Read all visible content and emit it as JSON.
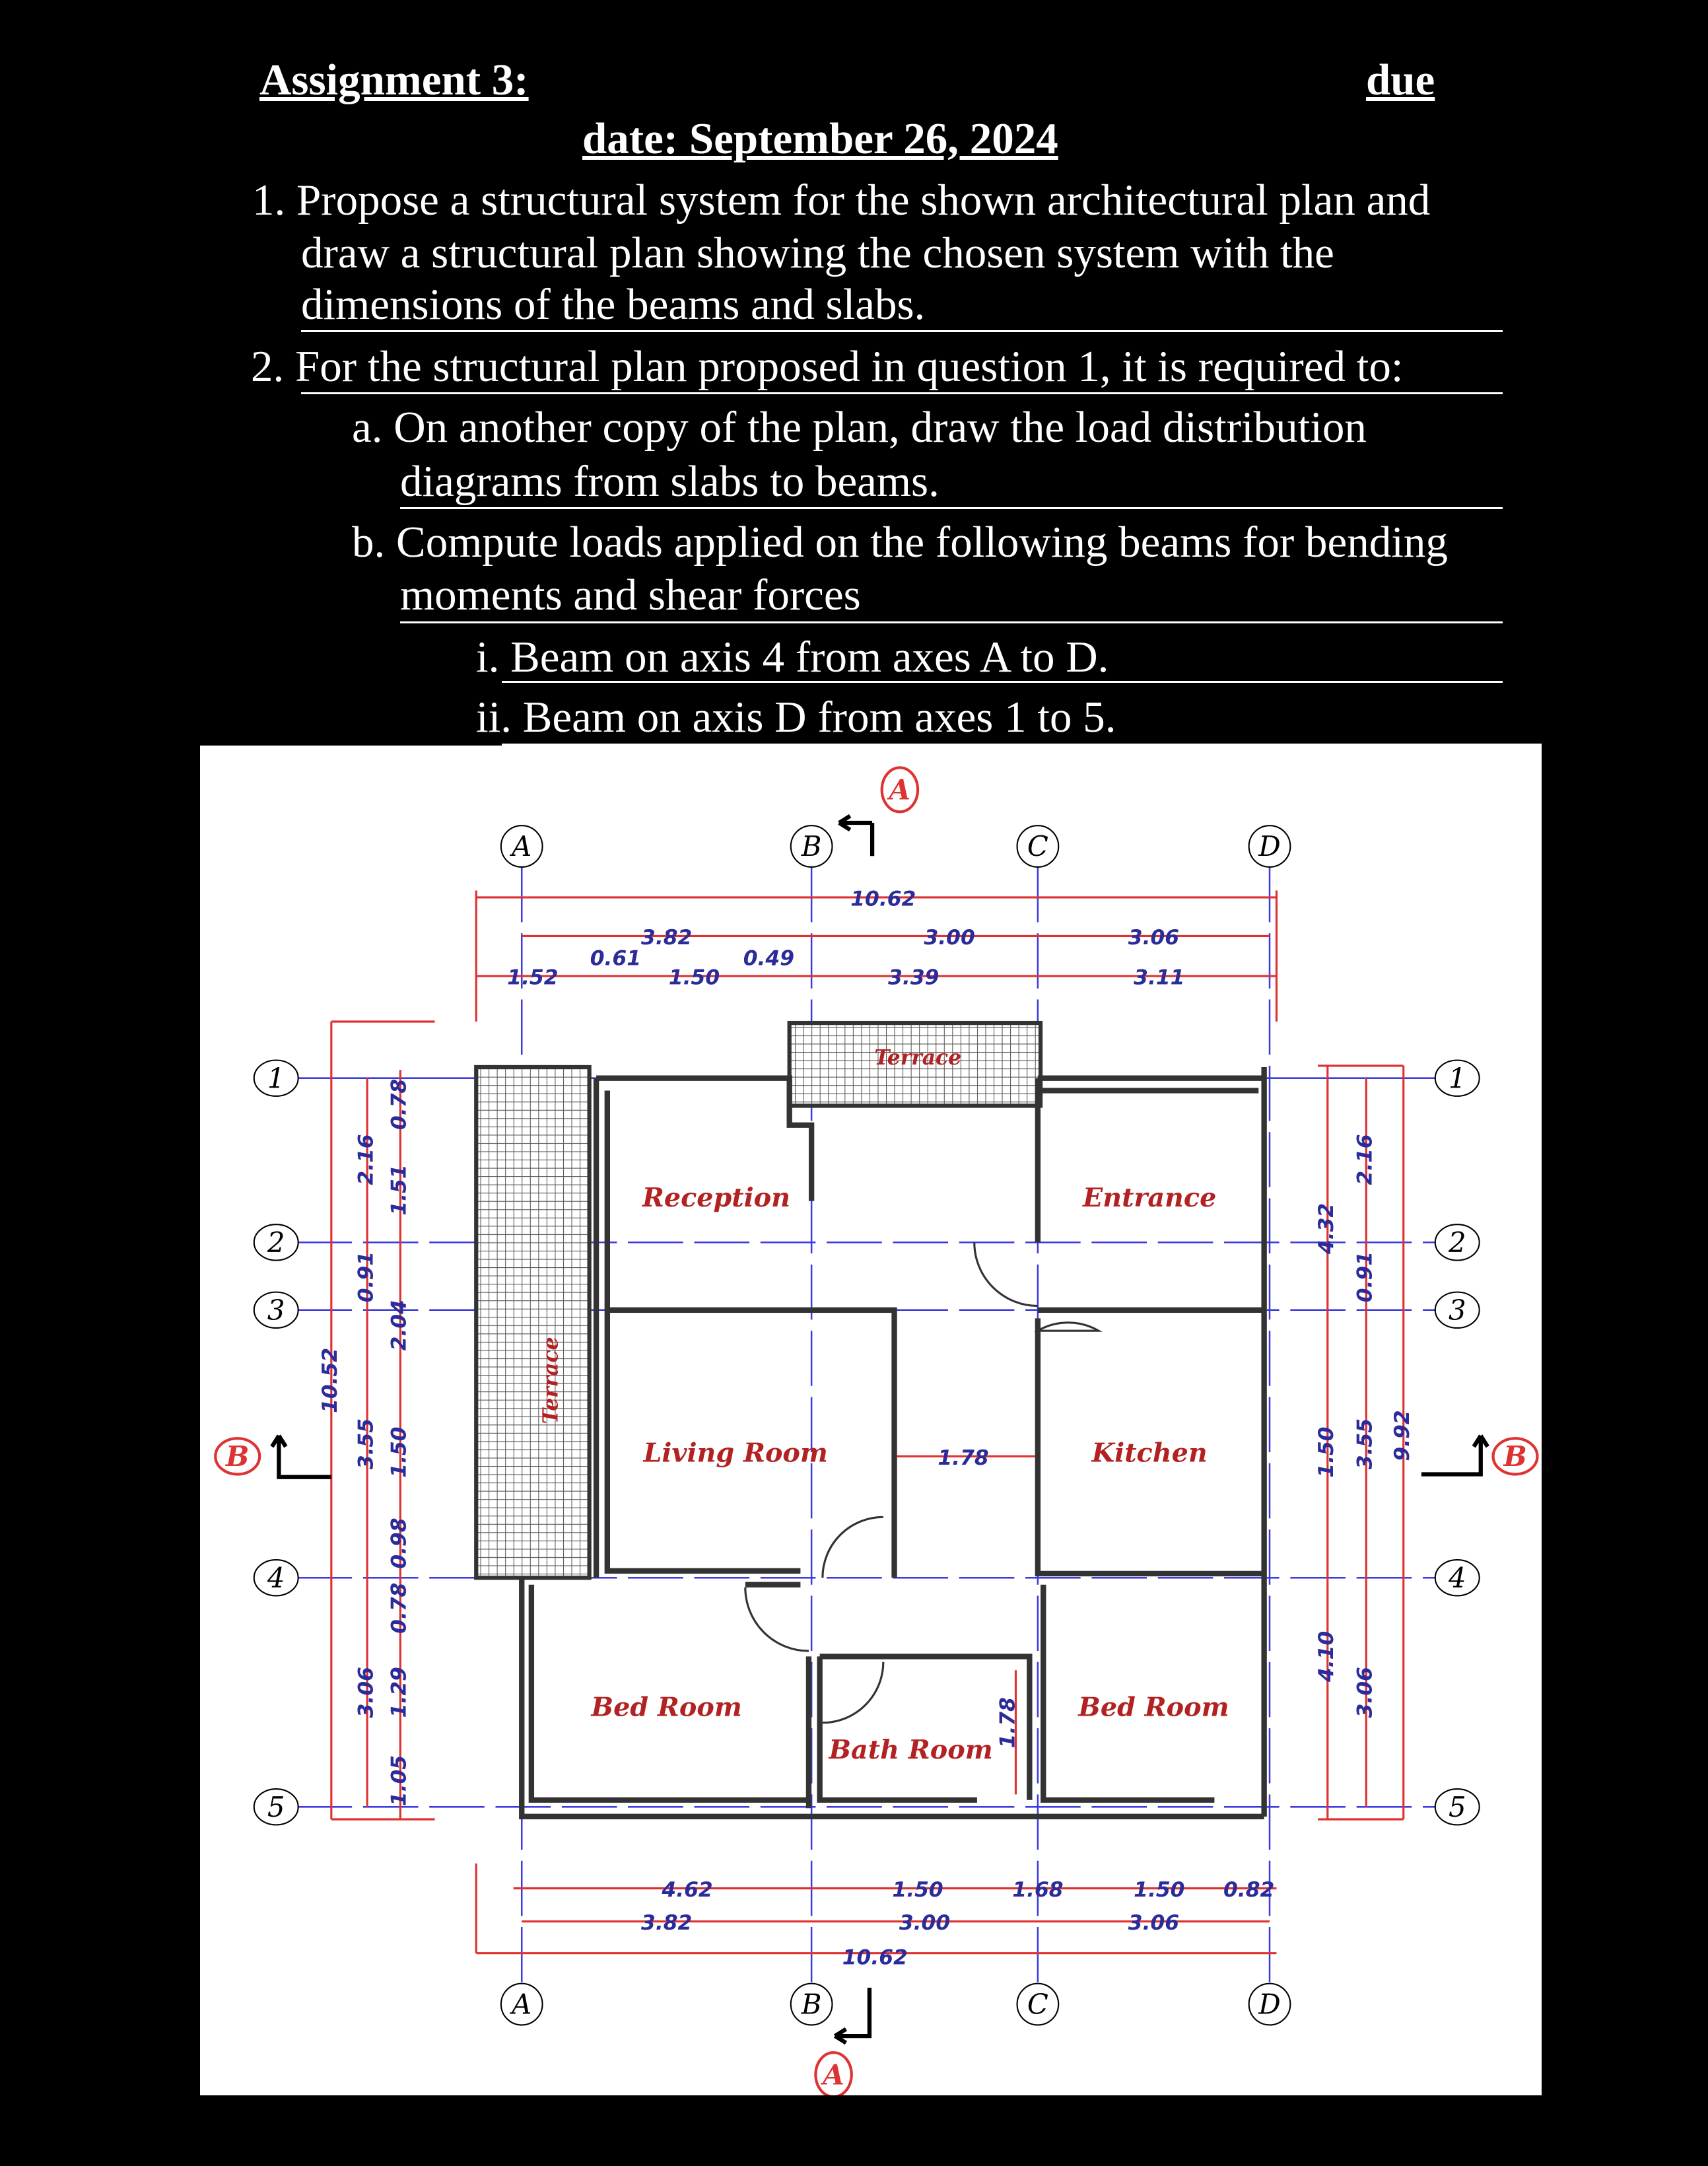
{
  "header": {
    "assignment_title": "Assignment 3:",
    "due_label": "due",
    "due_date": "date: September 26, 2024"
  },
  "questions": {
    "q1": [
      "1. Propose a structural system for the shown architectural plan and",
      "draw a structural plan showing the chosen system with the",
      "dimensions of the beams and slabs."
    ],
    "q2": "2. For the structural plan proposed in question 1, it is required to:",
    "q2a": [
      "a. On another copy of the plan, draw the load distribution",
      "diagrams from slabs to beams."
    ],
    "q2b": [
      "b. Compute loads applied on the following beams for bending",
      "moments and shear forces"
    ],
    "q2b_i": "i. Beam on axis 4 from axes A to D.",
    "q2b_ii": "ii. Beam on axis D from axes 1 to 5."
  },
  "plan": {
    "axes_columns": [
      "A",
      "B",
      "C",
      "D"
    ],
    "axes_rows": [
      "1",
      "2",
      "3",
      "4",
      "5"
    ],
    "section_marks": [
      "A",
      "B"
    ],
    "rooms": {
      "reception": "Reception",
      "entrance": "Entrance",
      "living_room": "Living Room",
      "kitchen": "Kitchen",
      "bed_room_left": "Bed Room",
      "bed_room_right": "Bed Room",
      "bath_room": "Bath Room",
      "terrace_top": "Terrace",
      "terrace_left": "Terrace"
    },
    "top_dims": {
      "overall": "10.62",
      "axis_spans": [
        "3.82",
        "3.00",
        "3.06"
      ],
      "detail": [
        "1.52",
        "0.61",
        "1.50",
        "0.49",
        "3.39",
        "3.11"
      ]
    },
    "bottom_dims": {
      "detail": [
        "4.62",
        "1.50",
        "1.68",
        "1.50",
        "0.82"
      ],
      "axis_spans": [
        "3.82",
        "3.00",
        "3.06"
      ],
      "overall": "10.62"
    },
    "left_dims": {
      "overall": "10.52",
      "axis_spans": [
        "2.16",
        "0.91",
        "3.55",
        "3.06"
      ],
      "detail": [
        "0.78",
        "1.51",
        "2.04",
        "1.50",
        "0.98",
        "0.78",
        "1.29",
        "1.05"
      ]
    },
    "right_dims": {
      "outer": [
        "4.32",
        "1.50",
        "4.10"
      ],
      "axis_spans": [
        "2.16",
        "0.91",
        "3.55",
        "3.06"
      ],
      "overall": "9.92"
    },
    "inner_dims": {
      "living_to_kitchen": "1.78",
      "bath_height": "1.78"
    }
  },
  "colors": {
    "axis": "#3a3ae0",
    "dimension": "#e03030",
    "dim_text": "#2b2b9a",
    "room_label": "#b22222",
    "wall": "#333333"
  }
}
